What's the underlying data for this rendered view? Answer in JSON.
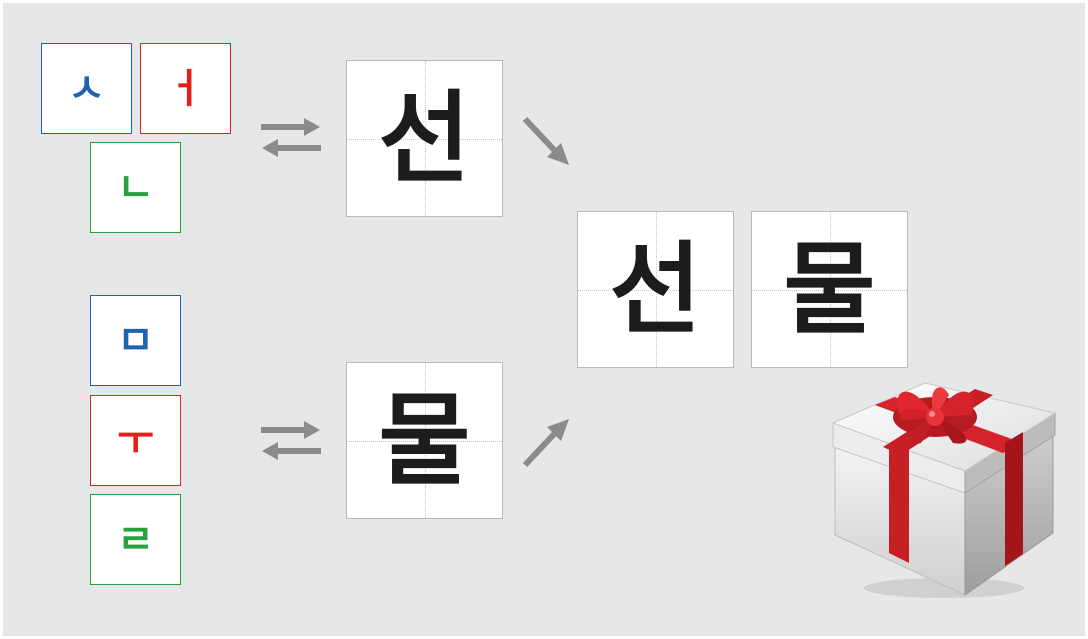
{
  "colors": {
    "blue": "#1e63b0",
    "red": "#e2211c",
    "green": "#27a13c",
    "arrow": "#8a8b8d",
    "ribbon": "#d4232a",
    "background": "#e6e7e8"
  },
  "top_group": {
    "jamo": [
      {
        "char": "ㅅ",
        "color": "blue"
      },
      {
        "char": "ㅓ",
        "color": "red"
      },
      {
        "char": "ㄴ",
        "color": "green"
      }
    ],
    "exchange_icon": "left-right-exchange-arrows-icon",
    "syllable": "선"
  },
  "bottom_group": {
    "jamo": [
      {
        "char": "ㅁ",
        "color": "blue"
      },
      {
        "char": "ㅜ",
        "color": "red"
      },
      {
        "char": "ㄹ",
        "color": "green"
      }
    ],
    "exchange_icon": "left-right-exchange-arrows-icon",
    "syllable": "물"
  },
  "result": {
    "syllables": [
      "선",
      "물"
    ]
  },
  "gift_icon": "gift-box-with-red-bow-icon"
}
